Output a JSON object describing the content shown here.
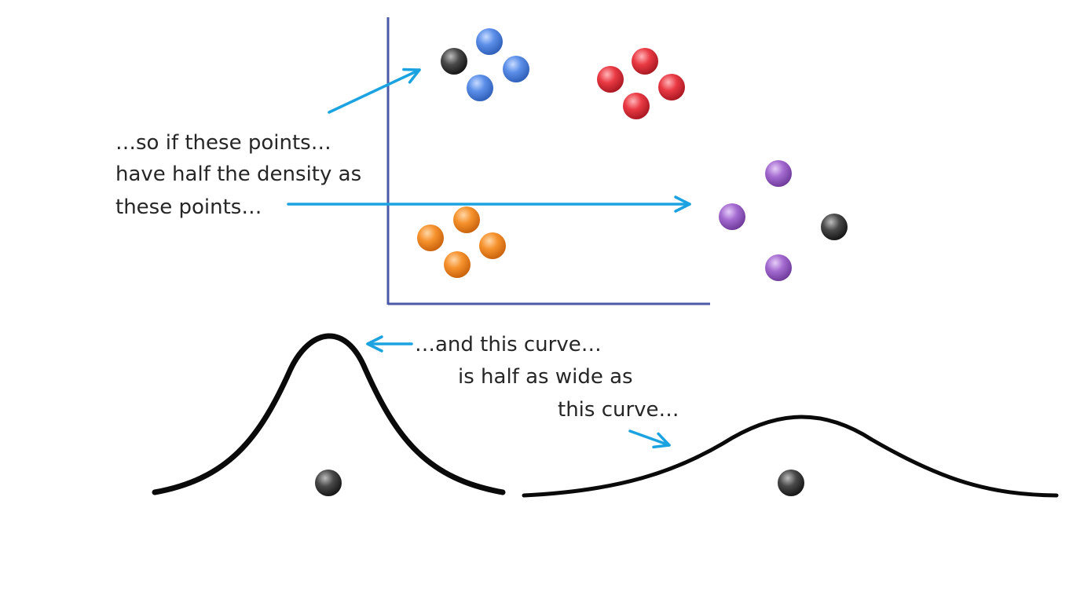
{
  "annotations": {
    "density_lines": [
      "…so if these points…",
      "have half the density as",
      "these points…"
    ],
    "curve_lines": [
      "…and this curve…",
      "is half as wide as",
      "this curve…"
    ]
  },
  "colors": {
    "axis": "#4a5aa8",
    "arrow": "#1aa3e0",
    "curve": "#0a0a0a",
    "blue_point": "#5b8ee8",
    "red_point": "#ea3a44",
    "orange_point": "#f6922d",
    "purple_point": "#a46bd0",
    "gray_point": "#4a4a4a"
  },
  "clusters": [
    {
      "name": "blue-cluster",
      "color": "blue_point"
    },
    {
      "name": "red-cluster",
      "color": "red_point"
    },
    {
      "name": "orange-cluster",
      "color": "orange_point"
    },
    {
      "name": "purple-cluster",
      "color": "purple_point"
    }
  ]
}
